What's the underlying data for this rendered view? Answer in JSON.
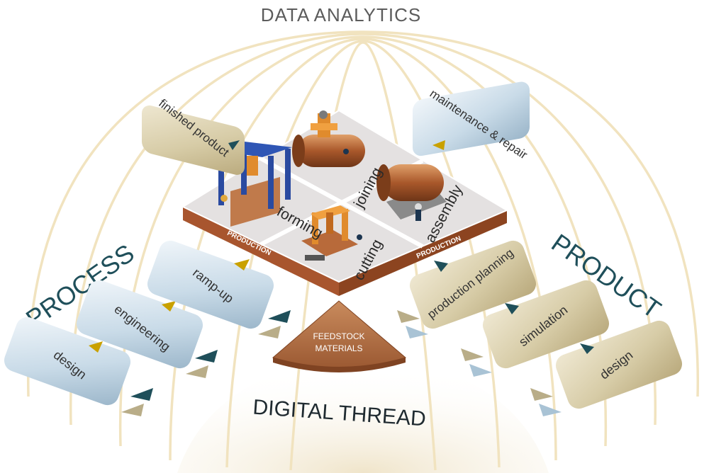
{
  "header": {
    "title": "DATA ANALYTICS"
  },
  "process": {
    "label": "PROCESS",
    "steps": [
      {
        "label": "design"
      },
      {
        "label": "engineering"
      },
      {
        "label": "ramp-up"
      }
    ]
  },
  "product": {
    "label": "PRODUCT",
    "steps": [
      {
        "label": "production planning"
      },
      {
        "label": "simulation"
      },
      {
        "label": "design"
      }
    ]
  },
  "lifecycle": {
    "finished_product": "finished product",
    "maintenance": "maintenance & repair"
  },
  "production": {
    "quadrants": [
      {
        "label": "forming"
      },
      {
        "label": "joining"
      },
      {
        "label": "cutting"
      },
      {
        "label": "assembly"
      }
    ],
    "edge_label_left": "PRODUCTION",
    "edge_label_right": "PRODUCTION"
  },
  "feedstock": {
    "line1": "FEEDSTOCK",
    "line2": "MATERIALS"
  },
  "footer": {
    "title": "DIGITAL THREAD"
  },
  "colors": {
    "arc": "#f1e3bf",
    "teal": "#1f4f5a",
    "gold": "#c9a100",
    "tan_tile": "#d9cfae",
    "blue_tile": "#c9dbe8",
    "platform": "#e4e1e1",
    "platform_edge": "#a8552e",
    "feedstock": "#b77346"
  }
}
